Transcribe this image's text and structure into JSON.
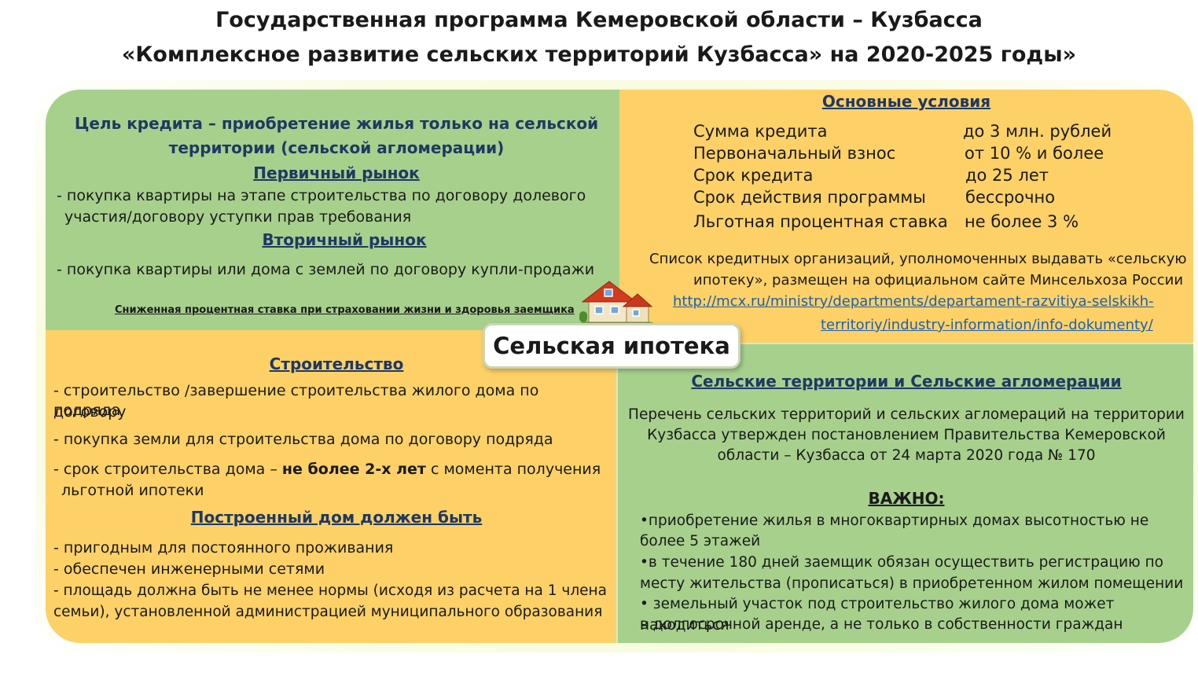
{
  "title": {
    "line1": "Государственная программа Кемеровской области – Кузбасса",
    "line2": "«Комплексное развитие сельских территорий Кузбасса» на 2020-2025 годы»"
  },
  "center_badge": "Сельская ипотека",
  "house_icon": "house-icon",
  "colors": {
    "green": "#a7d08d",
    "yellow": "#fdd167",
    "navy": "#1f3864",
    "link": "#1f5fb0"
  },
  "top_left": {
    "goal_line1": "Цель кредита  – приобретение жилья только на сельской",
    "goal_line2": "территории (сельской агломерации)",
    "primary_header": "Первичный рынок",
    "primary_line1": "- покупка квартиры на этапе строительства по договору долевого",
    "primary_line2": "участия/договору уступки прав требования",
    "secondary_header": "Вторичный рынок",
    "secondary_line": "- покупка квартиры или дома с землей по договору купли-продажи",
    "note": "Сниженная процентная ставка при страховании жизни и здоровья заемщика"
  },
  "top_right": {
    "header": "Основные условия",
    "conditions": [
      {
        "label": "Сумма кредита",
        "value": "до 3 млн. рублей"
      },
      {
        "label": "Первоначальный взнос",
        "value": "от 10 % и более"
      },
      {
        "label": "Срок кредита",
        "value": "до 25 лет"
      },
      {
        "label": "Срок действия программы",
        "value": "бессрочно"
      },
      {
        "label": "Льготная процентная ставка",
        "value": "не более 3 %"
      }
    ],
    "list_line1": "Список кредитных организаций, уполномоченных выдавать «сельскую",
    "list_line2": "ипотеку», размещен на официальном сайте Минсельхоза России",
    "link_line1": "http://mcx.ru/ministry/departments/departament-razvitiya-selskikh-",
    "link_line2": "territoriy/industry-information/info-dokumenty/"
  },
  "bottom_left": {
    "header": "Строительство",
    "item1_line1": "- строительство /завершение строительства жилого дома по договору",
    "item1_line2": "подряда",
    "item2": "- покупка земли для строительства дома по договору подряда",
    "item3_pre": "- срок строительства дома – ",
    "item3_bold": "не более 2-х лет",
    "item3_post": " с момента получения",
    "item3_line2": "льготной ипотеки",
    "built_header": "Построенный дом должен быть",
    "built1": "- пригодным для постоянного проживания",
    "built2": "- обеспечен инженерными сетями",
    "built3_line1": "- площадь должна быть не менее нормы (исходя из расчета на 1 члена",
    "built3_line2": "семьи), установленной  администрацией муниципального образования"
  },
  "bottom_right": {
    "header": "Сельские территории и Сельские агломерации",
    "text_line1": "Перечень сельских территорий и сельских агломераций на территории",
    "text_line2": "Кузбасса утвержден постановлением Правительства Кемеровской",
    "text_line3": "области – Кузбасса от 24 марта 2020 года № 170",
    "important_header": "ВАЖНО:",
    "b1_line1": "•приобретение  жилья  в  многоквартирных  домах  высотностью  не",
    "b1_line2": "более 5 этажей",
    "b2_line1": "•в  течение  180  дней  заемщик  обязан  осуществить  регистрацию  по",
    "b2_line2": "месту жительства (прописаться) в приобретенном жилом помещении",
    "b3_line1": "• земельный участок под строительство жилого дома может находиться",
    "b3_line2": "в долгосрочной аренде, а не только в собственности граждан"
  }
}
